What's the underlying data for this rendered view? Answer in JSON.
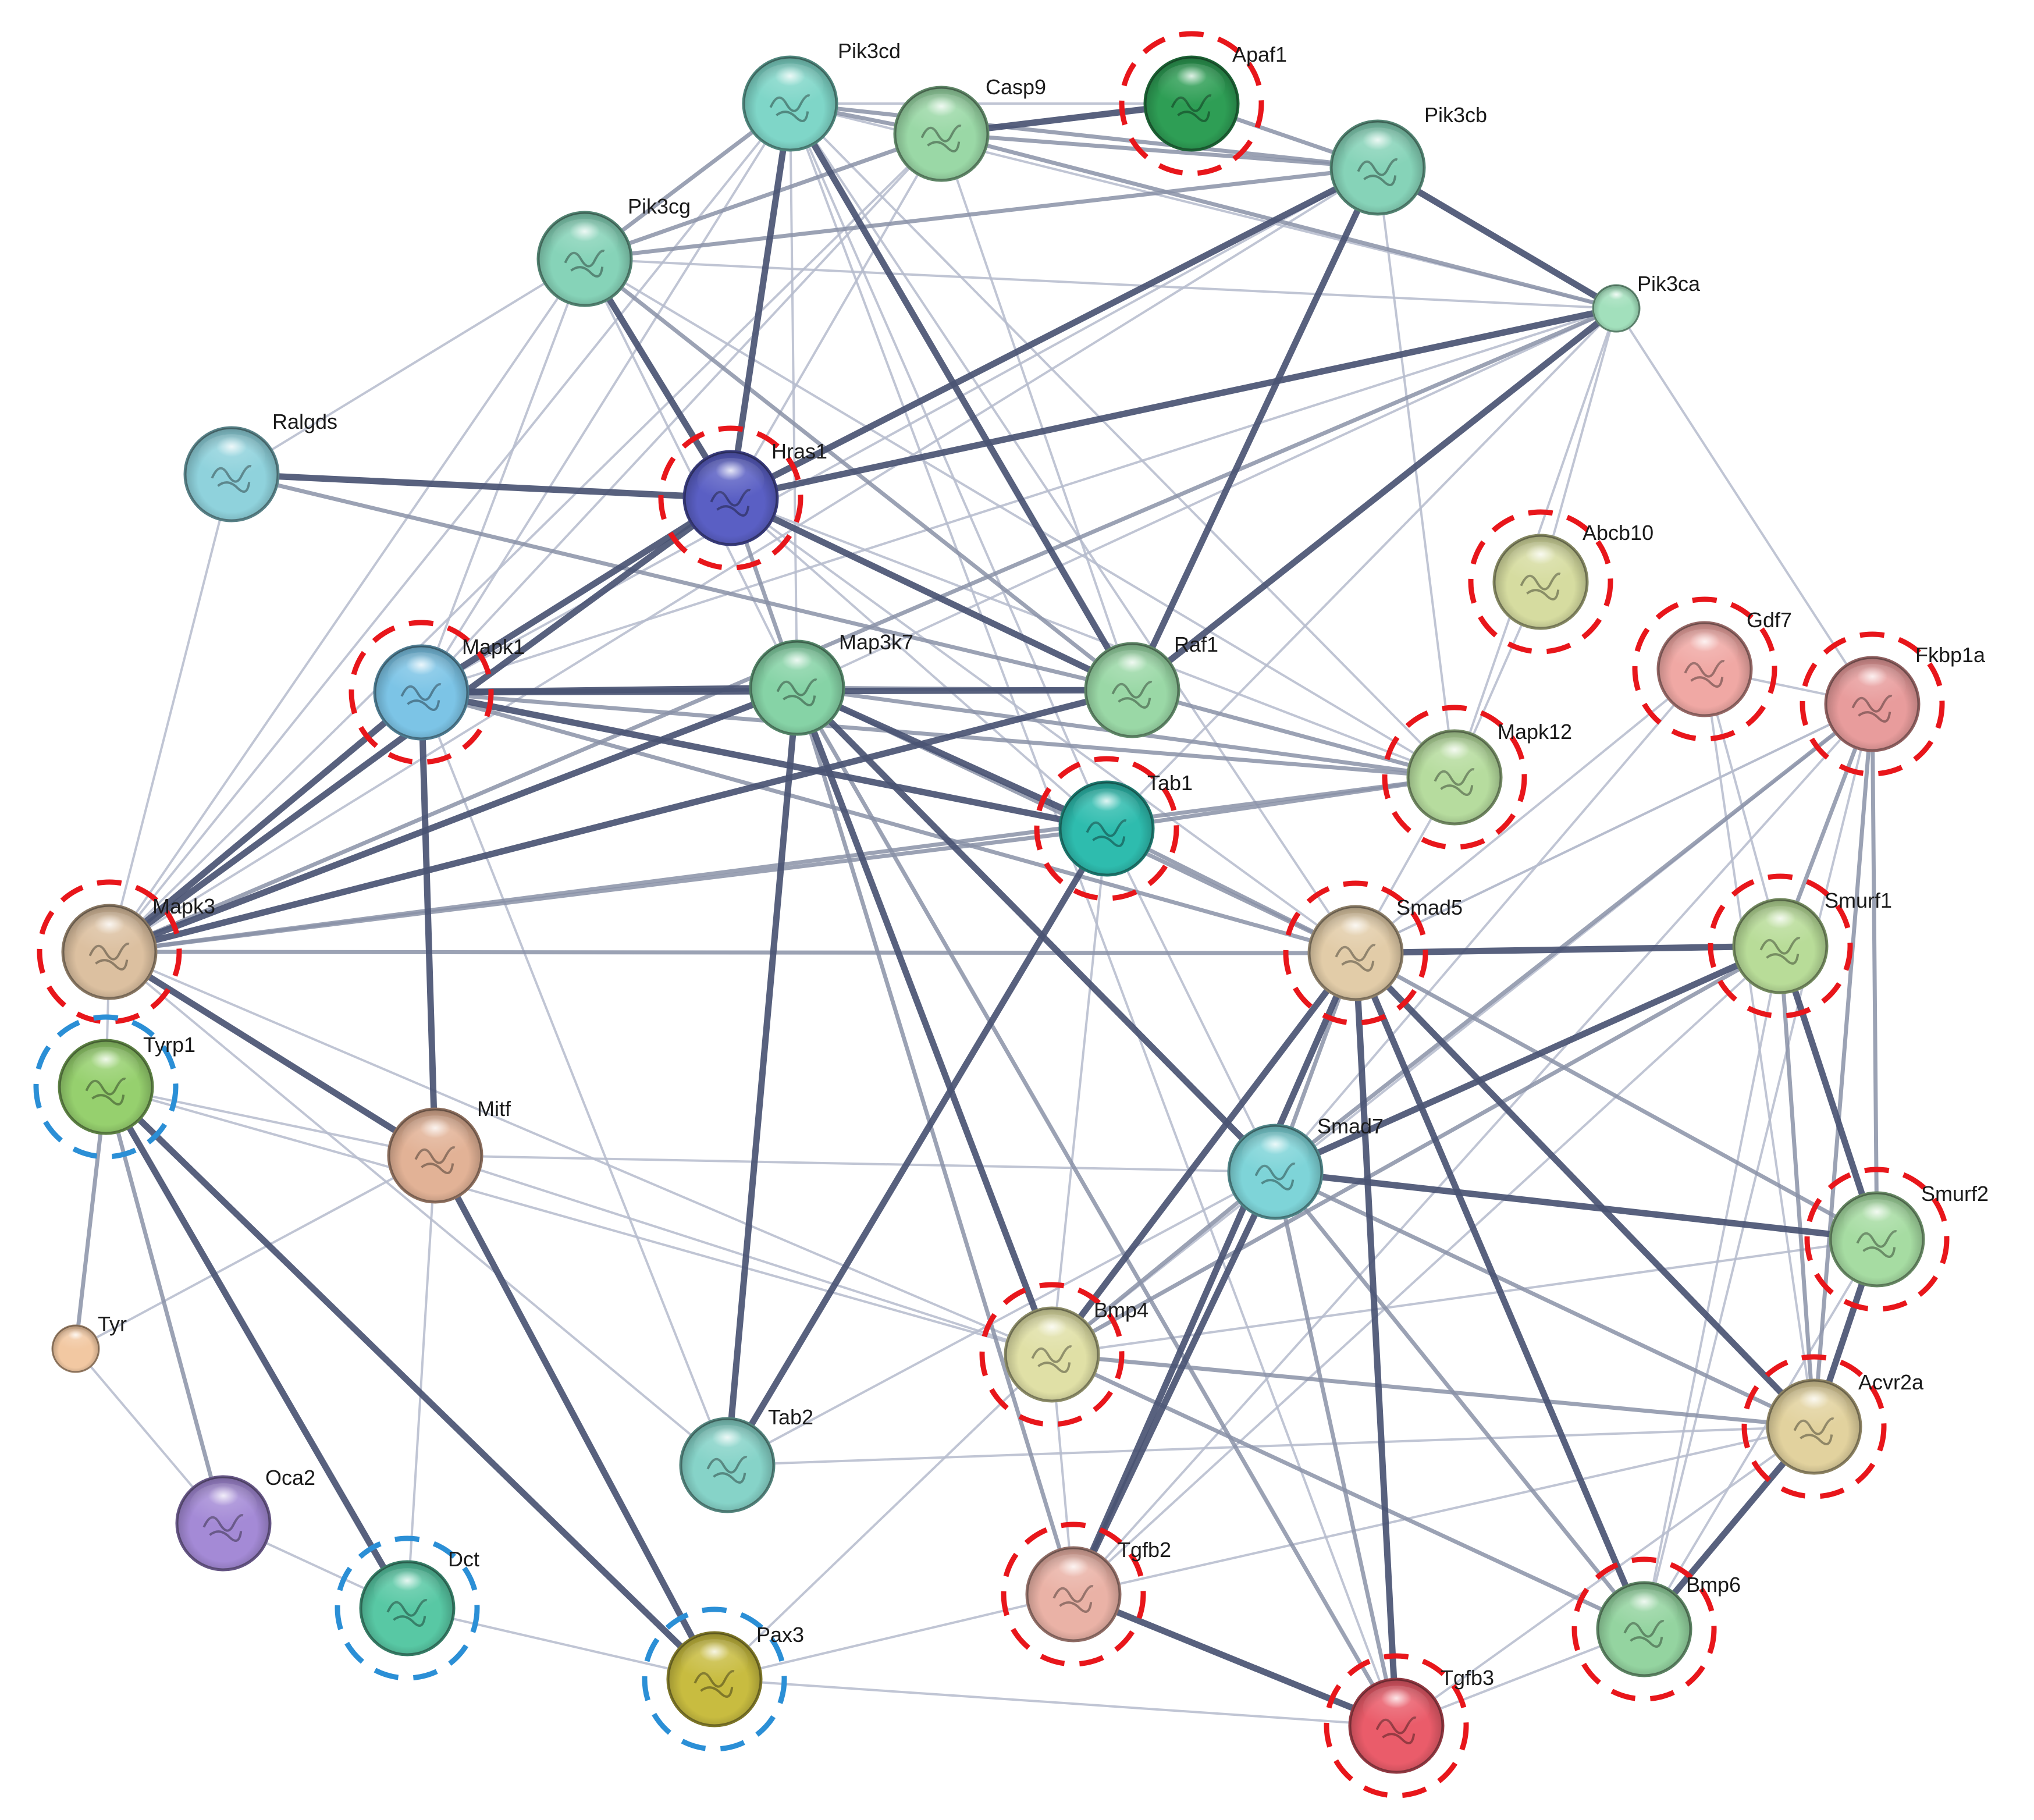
{
  "network": {
    "nodes": [
      {
        "id": "Pik3cd",
        "label": "Pik3cd",
        "color": "#7fd6c8",
        "highlight": "none"
      },
      {
        "id": "Casp9",
        "label": "Casp9",
        "color": "#9ad8a6",
        "highlight": "none"
      },
      {
        "id": "Apaf1",
        "label": "Apaf1",
        "color": "#2e9e55",
        "highlight": "red"
      },
      {
        "id": "Pik3cb",
        "label": "Pik3cb",
        "color": "#86d3b8",
        "highlight": "none"
      },
      {
        "id": "Pik3cg",
        "label": "Pik3cg",
        "color": "#86d3b8",
        "highlight": "none"
      },
      {
        "id": "Pik3ca",
        "label": "Pik3ca",
        "color": "#a2e0bc",
        "highlight": "none"
      },
      {
        "id": "Ralgds",
        "label": "Ralgds",
        "color": "#8fd2dc",
        "highlight": "none"
      },
      {
        "id": "Hras1",
        "label": "Hras1",
        "color": "#5a5fc4",
        "highlight": "red"
      },
      {
        "id": "Abcb10",
        "label": "Abcb10",
        "color": "#d6dca0",
        "highlight": "red"
      },
      {
        "id": "Gdf7",
        "label": "Gdf7",
        "color": "#f0a8a4",
        "highlight": "red"
      },
      {
        "id": "Fkbp1a",
        "label": "Fkbp1a",
        "color": "#e89c9c",
        "highlight": "red"
      },
      {
        "id": "Mapk1",
        "label": "Mapk1",
        "color": "#7cc4e6",
        "highlight": "red"
      },
      {
        "id": "Map3k7",
        "label": "Map3k7",
        "color": "#86d3a6",
        "highlight": "none"
      },
      {
        "id": "Raf1",
        "label": "Raf1",
        "color": "#9ad8a6",
        "highlight": "none"
      },
      {
        "id": "Mapk12",
        "label": "Mapk12",
        "color": "#b6dc9e",
        "highlight": "red"
      },
      {
        "id": "Tab1",
        "label": "Tab1",
        "color": "#2ebcae",
        "highlight": "red"
      },
      {
        "id": "Mapk3",
        "label": "Mapk3",
        "color": "#dcc0a0",
        "highlight": "red"
      },
      {
        "id": "Smad5",
        "label": "Smad5",
        "color": "#e2cca8",
        "highlight": "red"
      },
      {
        "id": "Smurf1",
        "label": "Smurf1",
        "color": "#b8dc98",
        "highlight": "red"
      },
      {
        "id": "Tyrp1",
        "label": "Tyrp1",
        "color": "#96d06e",
        "highlight": "blue"
      },
      {
        "id": "Mitf",
        "label": "Mitf",
        "color": "#e2b296",
        "highlight": "none"
      },
      {
        "id": "Smad7",
        "label": "Smad7",
        "color": "#7ed4d8",
        "highlight": "none"
      },
      {
        "id": "Smurf2",
        "label": "Smurf2",
        "color": "#a6dca2",
        "highlight": "red"
      },
      {
        "id": "Tyr",
        "label": "Tyr",
        "color": "#f2c8a2",
        "highlight": "none"
      },
      {
        "id": "Bmp4",
        "label": "Bmp4",
        "color": "#e0e0a6",
        "highlight": "red"
      },
      {
        "id": "Acvr2a",
        "label": "Acvr2a",
        "color": "#e2d29e",
        "highlight": "red"
      },
      {
        "id": "Tab2",
        "label": "Tab2",
        "color": "#86d3c8",
        "highlight": "none"
      },
      {
        "id": "Oca2",
        "label": "Oca2",
        "color": "#a48ad6",
        "highlight": "none"
      },
      {
        "id": "Dct",
        "label": "Dct",
        "color": "#58c8a4",
        "highlight": "blue"
      },
      {
        "id": "Tgfb2",
        "label": "Tgfb2",
        "color": "#eab2a6",
        "highlight": "red"
      },
      {
        "id": "Bmp6",
        "label": "Bmp6",
        "color": "#94d4a0",
        "highlight": "red"
      },
      {
        "id": "Pax3",
        "label": "Pax3",
        "color": "#c8bc40",
        "highlight": "blue"
      },
      {
        "id": "Tgfb3",
        "label": "Tgfb3",
        "color": "#ea5c6a",
        "highlight": "red"
      }
    ],
    "edges": [
      [
        "Pik3cd",
        "Casp9",
        2
      ],
      [
        "Pik3cd",
        "Pik3cg",
        2
      ],
      [
        "Pik3cd",
        "Hras1",
        3
      ],
      [
        "Pik3cd",
        "Raf1",
        3
      ],
      [
        "Pik3cd",
        "Pik3cb",
        2
      ],
      [
        "Pik3cd",
        "Pik3ca",
        1
      ],
      [
        "Pik3cd",
        "Mapk1",
        1
      ],
      [
        "Pik3cd",
        "Mapk3",
        1
      ],
      [
        "Pik3cd",
        "Map3k7",
        1
      ],
      [
        "Pik3cd",
        "Mapk12",
        1
      ],
      [
        "Pik3cd",
        "Smad5",
        1
      ],
      [
        "Pik3cd",
        "Tab1",
        1
      ],
      [
        "Casp9",
        "Apaf1",
        3
      ],
      [
        "Casp9",
        "Pik3cb",
        2
      ],
      [
        "Casp9",
        "Pik3cg",
        2
      ],
      [
        "Casp9",
        "Hras1",
        1
      ],
      [
        "Casp9",
        "Raf1",
        1
      ],
      [
        "Casp9",
        "Pik3ca",
        2
      ],
      [
        "Casp9",
        "Mapk1",
        1
      ],
      [
        "Casp9",
        "Mapk3",
        1
      ],
      [
        "Apaf1",
        "Pik3cb",
        2
      ],
      [
        "Apaf1",
        "Pik3cd",
        1
      ],
      [
        "Pik3cb",
        "Pik3cg",
        2
      ],
      [
        "Pik3cb",
        "Hras1",
        3
      ],
      [
        "Pik3cb",
        "Raf1",
        3
      ],
      [
        "Pik3cb",
        "Pik3ca",
        3
      ],
      [
        "Pik3cb",
        "Mapk12",
        1
      ],
      [
        "Pik3cb",
        "Mapk3",
        1
      ],
      [
        "Pik3cb",
        "Mapk1",
        1
      ],
      [
        "Pik3cg",
        "Hras1",
        3
      ],
      [
        "Pik3cg",
        "Raf1",
        2
      ],
      [
        "Pik3cg",
        "Pik3ca",
        1
      ],
      [
        "Pik3cg",
        "Ralgds",
        1
      ],
      [
        "Pik3cg",
        "Mapk1",
        1
      ],
      [
        "Pik3cg",
        "Mapk3",
        1
      ],
      [
        "Pik3cg",
        "Map3k7",
        1
      ],
      [
        "Pik3cg",
        "Mapk12",
        1
      ],
      [
        "Pik3ca",
        "Hras1",
        3
      ],
      [
        "Pik3ca",
        "Raf1",
        3
      ],
      [
        "Pik3ca",
        "Mapk1",
        1
      ],
      [
        "Pik3ca",
        "Mapk3",
        2
      ],
      [
        "Pik3ca",
        "Fkbp1a",
        1
      ],
      [
        "Pik3ca",
        "Abcb10",
        1
      ],
      [
        "Pik3ca",
        "Map3k7",
        1
      ],
      [
        "Pik3ca",
        "Mapk12",
        1
      ],
      [
        "Pik3ca",
        "Tab1",
        1
      ],
      [
        "Ralgds",
        "Hras1",
        3
      ],
      [
        "Ralgds",
        "Mapk3",
        1
      ],
      [
        "Ralgds",
        "Raf1",
        2
      ],
      [
        "Hras1",
        "Raf1",
        3
      ],
      [
        "Hras1",
        "Mapk1",
        3
      ],
      [
        "Hras1",
        "Mapk3",
        3
      ],
      [
        "Hras1",
        "Map3k7",
        2
      ],
      [
        "Hras1",
        "Mapk12",
        1
      ],
      [
        "Hras1",
        "Tab1",
        1
      ],
      [
        "Hras1",
        "Smad5",
        1
      ],
      [
        "Mapk1",
        "Mapk3",
        3
      ],
      [
        "Mapk1",
        "Map3k7",
        3
      ],
      [
        "Mapk1",
        "Raf1",
        3
      ],
      [
        "Mapk1",
        "Mitf",
        3
      ],
      [
        "Mapk1",
        "Tab1",
        3
      ],
      [
        "Mapk1",
        "Mapk12",
        2
      ],
      [
        "Mapk1",
        "Smad5",
        2
      ],
      [
        "Mapk1",
        "Tab2",
        1
      ],
      [
        "Map3k7",
        "Raf1",
        2
      ],
      [
        "Map3k7",
        "Tab1",
        3
      ],
      [
        "Map3k7",
        "Tab2",
        3
      ],
      [
        "Map3k7",
        "Smad7",
        3
      ],
      [
        "Map3k7",
        "Bmp4",
        3
      ],
      [
        "Map3k7",
        "Mapk3",
        3
      ],
      [
        "Map3k7",
        "Mapk12",
        2
      ],
      [
        "Map3k7",
        "Smad5",
        2
      ],
      [
        "Map3k7",
        "Tgfb2",
        2
      ],
      [
        "Map3k7",
        "Tgfb3",
        2
      ],
      [
        "Raf1",
        "Mapk3",
        3
      ],
      [
        "Raf1",
        "Mapk12",
        2
      ],
      [
        "Mapk12",
        "Tab1",
        2
      ],
      [
        "Mapk12",
        "Mapk3",
        2
      ],
      [
        "Mapk12",
        "Abcb10",
        1
      ],
      [
        "Mapk12",
        "Smad5",
        1
      ],
      [
        "Tab1",
        "Tab2",
        3
      ],
      [
        "Tab1",
        "Mapk3",
        2
      ],
      [
        "Tab1",
        "Smad5",
        2
      ],
      [
        "Tab1",
        "Bmp4",
        1
      ],
      [
        "Tab1",
        "Smad7",
        1
      ],
      [
        "Mapk3",
        "Smad5",
        2
      ],
      [
        "Mapk3",
        "Mitf",
        3
      ],
      [
        "Mapk3",
        "Tyrp1",
        1
      ],
      [
        "Mapk3",
        "Tab2",
        1
      ],
      [
        "Mapk3",
        "Bmp4",
        1
      ],
      [
        "Smad5",
        "Smurf1",
        3
      ],
      [
        "Smad5",
        "Smad7",
        2
      ],
      [
        "Smad5",
        "Bmp4",
        3
      ],
      [
        "Smad5",
        "Acvr2a",
        3
      ],
      [
        "Smad5",
        "Bmp6",
        3
      ],
      [
        "Smad5",
        "Tgfb2",
        3
      ],
      [
        "Smad5",
        "Tgfb3",
        3
      ],
      [
        "Smad5",
        "Smurf2",
        2
      ],
      [
        "Smad5",
        "Gdf7",
        1
      ],
      [
        "Smad5",
        "Fkbp1a",
        1
      ],
      [
        "Smurf1",
        "Smad7",
        3
      ],
      [
        "Smurf1",
        "Smurf2",
        3
      ],
      [
        "Smurf1",
        "Acvr2a",
        2
      ],
      [
        "Smurf1",
        "Bmp6",
        1
      ],
      [
        "Smurf1",
        "Bmp4",
        2
      ],
      [
        "Smurf1",
        "Tgfb2",
        1
      ],
      [
        "Smad7",
        "Smurf2",
        3
      ],
      [
        "Smad7",
        "Acvr2a",
        2
      ],
      [
        "Smad7",
        "Bmp4",
        2
      ],
      [
        "Smad7",
        "Tgfb2",
        3
      ],
      [
        "Smad7",
        "Tgfb3",
        2
      ],
      [
        "Smad7",
        "Bmp6",
        2
      ],
      [
        "Smad7",
        "Fkbp1a",
        2
      ],
      [
        "Smad7",
        "Gdf7",
        1
      ],
      [
        "Smurf2",
        "Acvr2a",
        3
      ],
      [
        "Smurf2",
        "Bmp4",
        1
      ],
      [
        "Smurf2",
        "Bmp6",
        1
      ],
      [
        "Smurf2",
        "Fkbp1a",
        2
      ],
      [
        "Fkbp1a",
        "Smurf1",
        2
      ],
      [
        "Fkbp1a",
        "Acvr2a",
        2
      ],
      [
        "Fkbp1a",
        "Bmp4",
        1
      ],
      [
        "Fkbp1a",
        "Tgfb2",
        1
      ],
      [
        "Fkbp1a",
        "Bmp6",
        1
      ],
      [
        "Fkbp1a",
        "Smad5",
        1
      ],
      [
        "Gdf7",
        "Smurf1",
        1
      ],
      [
        "Gdf7",
        "Acvr2a",
        1
      ],
      [
        "Gdf7",
        "Fkbp1a",
        1
      ],
      [
        "Acvr2a",
        "Bmp4",
        2
      ],
      [
        "Acvr2a",
        "Bmp6",
        3
      ],
      [
        "Acvr2a",
        "Tgfb2",
        1
      ],
      [
        "Acvr2a",
        "Tgfb3",
        1
      ],
      [
        "Acvr2a",
        "Tab2",
        1
      ],
      [
        "Bmp4",
        "Tgfb2",
        1
      ],
      [
        "Bmp4",
        "Mitf",
        1
      ],
      [
        "Bmp4",
        "Bmp6",
        2
      ],
      [
        "Bmp4",
        "Tyrp1",
        1
      ],
      [
        "Bmp4",
        "Pax3",
        1
      ],
      [
        "Tgfb2",
        "Tgfb3",
        3
      ],
      [
        "Tgfb2",
        "Pax3",
        1
      ],
      [
        "Tgfb3",
        "Pax3",
        1
      ],
      [
        "Tgfb3",
        "Bmp6",
        1
      ],
      [
        "Tyrp1",
        "Mitf",
        1
      ],
      [
        "Tyrp1",
        "Tyr",
        2
      ],
      [
        "Tyrp1",
        "Oca2",
        2
      ],
      [
        "Tyrp1",
        "Dct",
        3
      ],
      [
        "Tyrp1",
        "Pax3",
        3
      ],
      [
        "Mitf",
        "Pax3",
        3
      ],
      [
        "Mitf",
        "Tyr",
        1
      ],
      [
        "Mitf",
        "Dct",
        1
      ],
      [
        "Mitf",
        "Smad7",
        1
      ],
      [
        "Tyr",
        "Oca2",
        1
      ],
      [
        "Oca2",
        "Dct",
        1
      ],
      [
        "Dct",
        "Pax3",
        1
      ],
      [
        "Tab2",
        "Smad7",
        1
      ],
      [
        "Pik3cd",
        "Tgfb3",
        1
      ]
    ]
  }
}
